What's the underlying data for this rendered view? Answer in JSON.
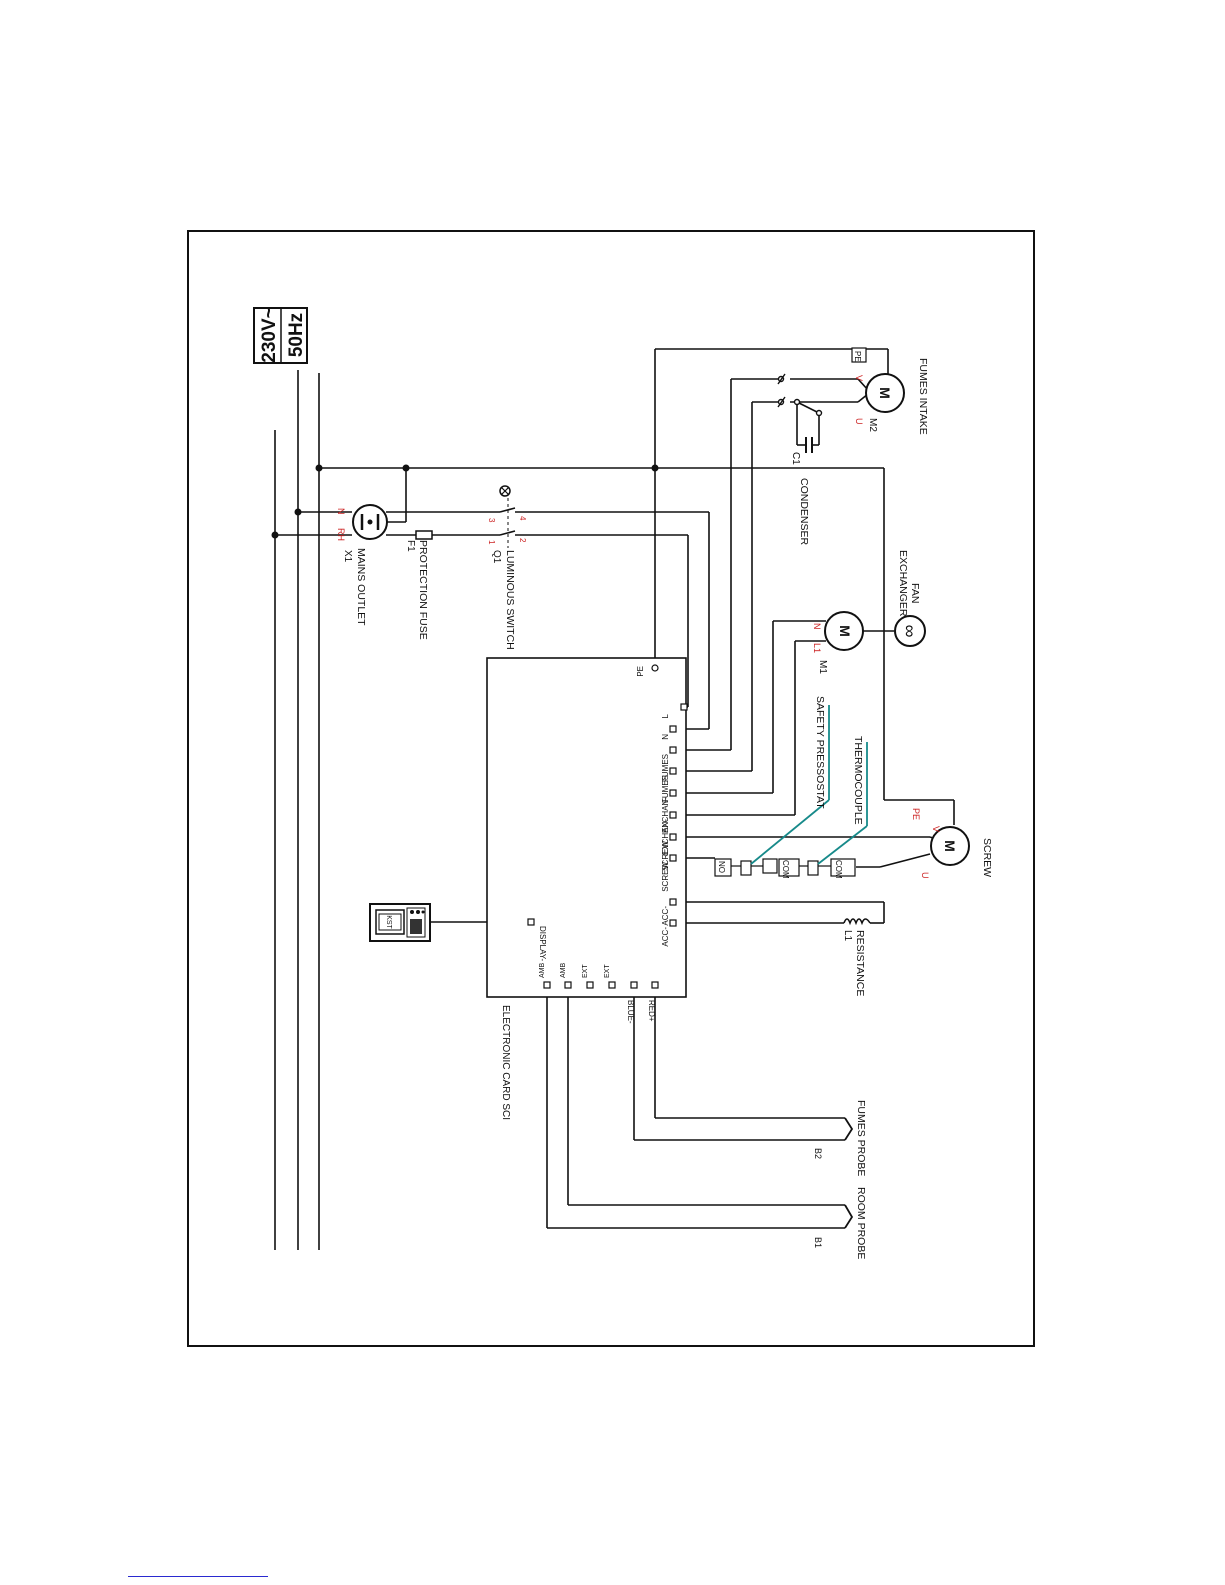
{
  "supply": {
    "voltage": "230V~",
    "frequency": "50Hz"
  },
  "components": {
    "mains_outlet": {
      "ref": "X1",
      "name": "MAINS OUTLET",
      "pin_n": "N",
      "pin_l": "RH"
    },
    "protection_fuse": {
      "ref": "F1",
      "name": "PROTECTION FUSE"
    },
    "luminous_switch": {
      "ref": "Q1",
      "name": "LUMINOUS SWITCH",
      "pin_1": "1",
      "pin_2": "2",
      "pin_3": "3",
      "pin_4": "4"
    },
    "condenser": {
      "ref": "C1",
      "name": "CONDENSER"
    },
    "fumes_intake": {
      "ref": "M2",
      "name": "FUMES INTAKE",
      "motor_symbol": "M",
      "pin_v": "V",
      "pin_u": "U",
      "pin_pe": "PE"
    },
    "exchanger_fan": {
      "ref": "M1",
      "name_line1": "EXCHANGER",
      "name_line2": "FAN",
      "motor_symbol": "M",
      "pin_n": "N",
      "pin_l": "L1"
    },
    "screw": {
      "name": "SCREW",
      "motor_symbol": "M",
      "pin_v": "V",
      "pin_u": "U",
      "pin_pe": "PE"
    },
    "safety_pressostat": {
      "name": "SAFETY PRESSOSTAT",
      "contact_no": "NO",
      "contact_com": "COM"
    },
    "thermocouple": {
      "name": "THERMOCOUPLE",
      "contact_com": "COM"
    },
    "resistance": {
      "ref": "L1",
      "name": "RESISTANCE"
    },
    "electronic_card": {
      "name": "ELECTRONIC CARD SCI"
    },
    "display": {
      "screen_text": "KST"
    },
    "fumes_probe": {
      "ref": "B2",
      "name": "FUMES PROBE"
    },
    "room_probe": {
      "ref": "B1",
      "name": "ROOM PROBE"
    }
  },
  "card_terminals": [
    "PE",
    "L",
    "N",
    "FUMES",
    "FUMES",
    "EXCHAN-",
    "EXCHAN-",
    "SCREW",
    "SCREW",
    "ACC-",
    "ACC-",
    "DISPLAY-",
    "AMB",
    "AMB",
    "EXT",
    "EXT",
    "BLUE-",
    "RED+"
  ],
  "colors": {
    "line": "#111111",
    "pin_label": "#cc2222",
    "sensor_wire": "#178a8a"
  }
}
